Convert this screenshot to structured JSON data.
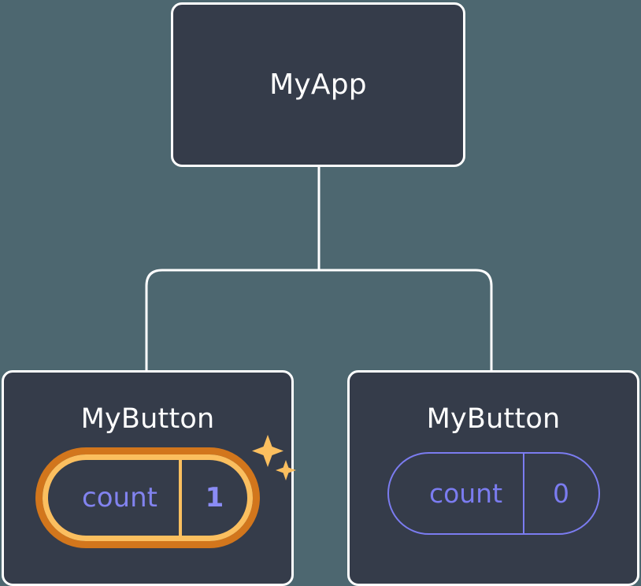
{
  "diagram": {
    "type": "component-tree",
    "background_color": "#4d6770",
    "node_fill_color": "#353c4a",
    "node_border_color": "#ffffff",
    "connector_color": "#ffffff",
    "state_color": "#7b7cf0",
    "highlight_outer_color": "#d2761c",
    "highlight_inner_color": "#fbbf5f",
    "sparkle_color": "#fbbf5f"
  },
  "root": {
    "title": "MyApp"
  },
  "children": [
    {
      "title": "MyButton",
      "state": {
        "key": "count",
        "value": "1"
      },
      "highlighted": true,
      "sparkles": true
    },
    {
      "title": "MyButton",
      "state": {
        "key": "count",
        "value": "0"
      },
      "highlighted": false,
      "sparkles": false
    }
  ]
}
